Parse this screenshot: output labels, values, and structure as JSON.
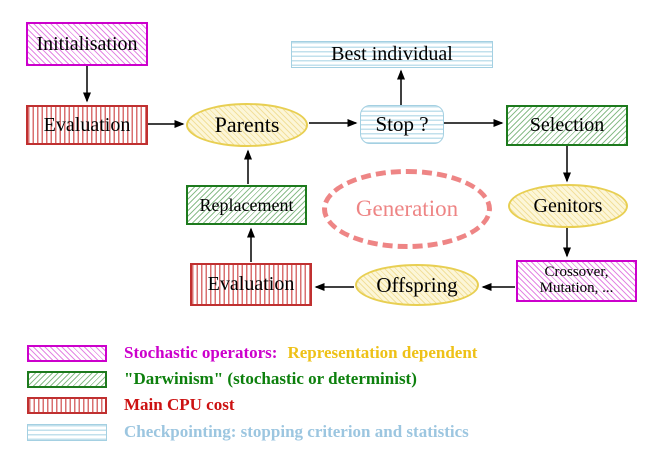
{
  "diagram": {
    "nodes": {
      "initialisation": {
        "label": "Initialisation"
      },
      "evaluation_top": {
        "label": "Evaluation"
      },
      "parents": {
        "label": "Parents"
      },
      "best_individual": {
        "label": "Best individual"
      },
      "stop": {
        "label": "Stop ?"
      },
      "selection": {
        "label": "Selection"
      },
      "replacement": {
        "label": "Replacement"
      },
      "generation": {
        "label": "Generation"
      },
      "genitors": {
        "label": "Genitors"
      },
      "crossover_mutation": {
        "line1": "Crossover,",
        "line2": "Mutation, ..."
      },
      "offspring": {
        "label": "Offspring"
      },
      "evaluation_bottom": {
        "label": "Evaluation"
      }
    },
    "legend": {
      "row1": {
        "text_primary": "Stochastic operators:",
        "text_secondary": "Representation dependent"
      },
      "row2": {
        "text": "\"Darwinism\" (stochastic or determinist)"
      },
      "row3": {
        "text": "Main CPU cost"
      },
      "row4": {
        "text": "Checkpointing: stopping criterion and statistics"
      }
    },
    "colors": {
      "magenta": "#cc00cc",
      "red": "#c03030",
      "green": "#1d7a1d",
      "cyan_border": "#a4d0e2",
      "yellow_border": "#e8cf52",
      "yellow_fill": "#fcf6d8",
      "salmon_dashed": "#ee8585",
      "gold_text": "#eec117",
      "legend_blue_text": "#9cc6e0",
      "arrow": "#000000"
    }
  }
}
